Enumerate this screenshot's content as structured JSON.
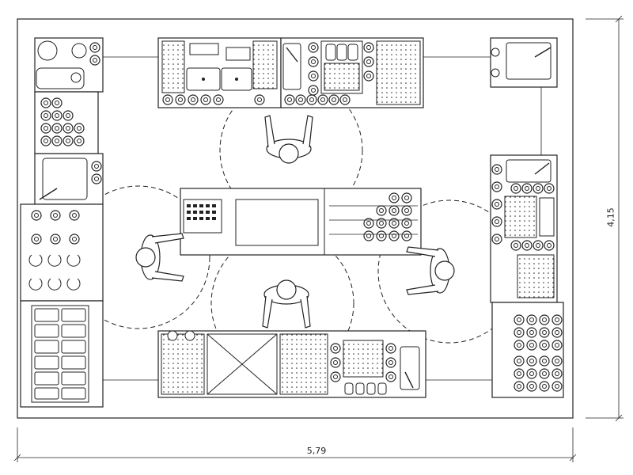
{
  "dimensions": {
    "width": "5,79",
    "depth": "4,15"
  },
  "colors": {
    "line": "#222222",
    "background": "#ffffff"
  },
  "stations": [
    {
      "id": "top-sink-counter",
      "icon": "double-sink-icon"
    },
    {
      "id": "top-prep-counter",
      "icon": "hand-sink-icon"
    },
    {
      "id": "left-sink-unit",
      "icon": "sink-icon"
    },
    {
      "id": "left-stove",
      "icon": "burner-icon"
    },
    {
      "id": "left-rack",
      "icon": "tray-rack-icon"
    },
    {
      "id": "center-island",
      "icon": "cooktop-icon"
    },
    {
      "id": "bottom-counter",
      "icon": "hand-sink-icon"
    },
    {
      "id": "right-sink-unit",
      "icon": "sink-icon"
    },
    {
      "id": "right-burner-unit",
      "icon": "burner-icon"
    }
  ],
  "workers": [
    {
      "id": "worker-top",
      "icon": "person-icon"
    },
    {
      "id": "worker-left",
      "icon": "person-icon"
    },
    {
      "id": "worker-center",
      "icon": "person-icon"
    },
    {
      "id": "worker-right",
      "icon": "person-icon"
    }
  ]
}
